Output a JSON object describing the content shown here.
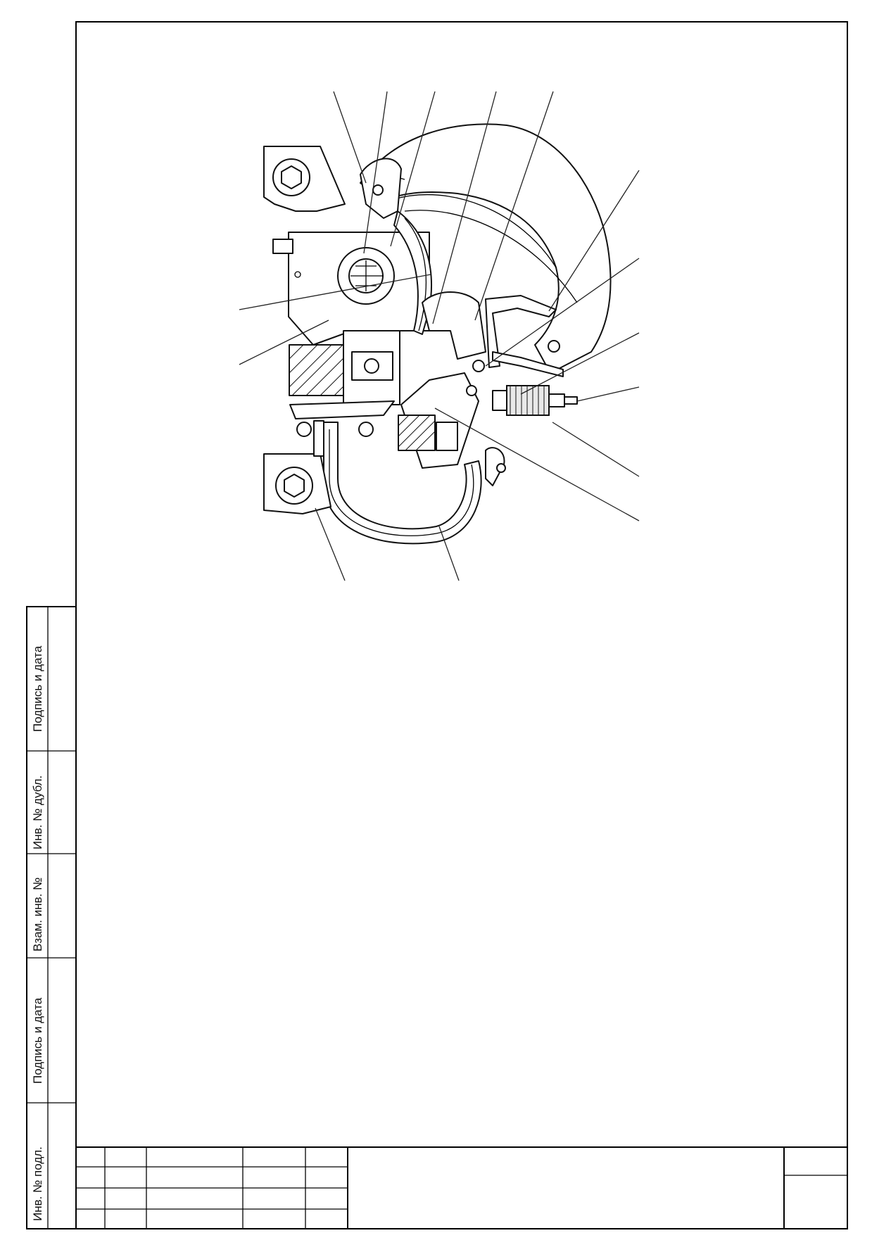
{
  "document": {
    "kind": "technical-drawing-sheet",
    "side_stamp": {
      "cells": [
        {
          "id": "inv-podl",
          "label": "Инв. № подл."
        },
        {
          "id": "podpis-data-1",
          "label": "Подпись и дата"
        },
        {
          "id": "vzam-inv",
          "label": "Взам. инв. №"
        },
        {
          "id": "inv-dubl",
          "label": "Инв. № дубл."
        },
        {
          "id": "podpis-data-2",
          "label": "Подпись и дата"
        }
      ]
    },
    "drawing": {
      "description_icon": "contactor-arc-chute-assembly-drawing",
      "leader_count": 15
    },
    "title_block": {
      "visible_text": ""
    }
  }
}
